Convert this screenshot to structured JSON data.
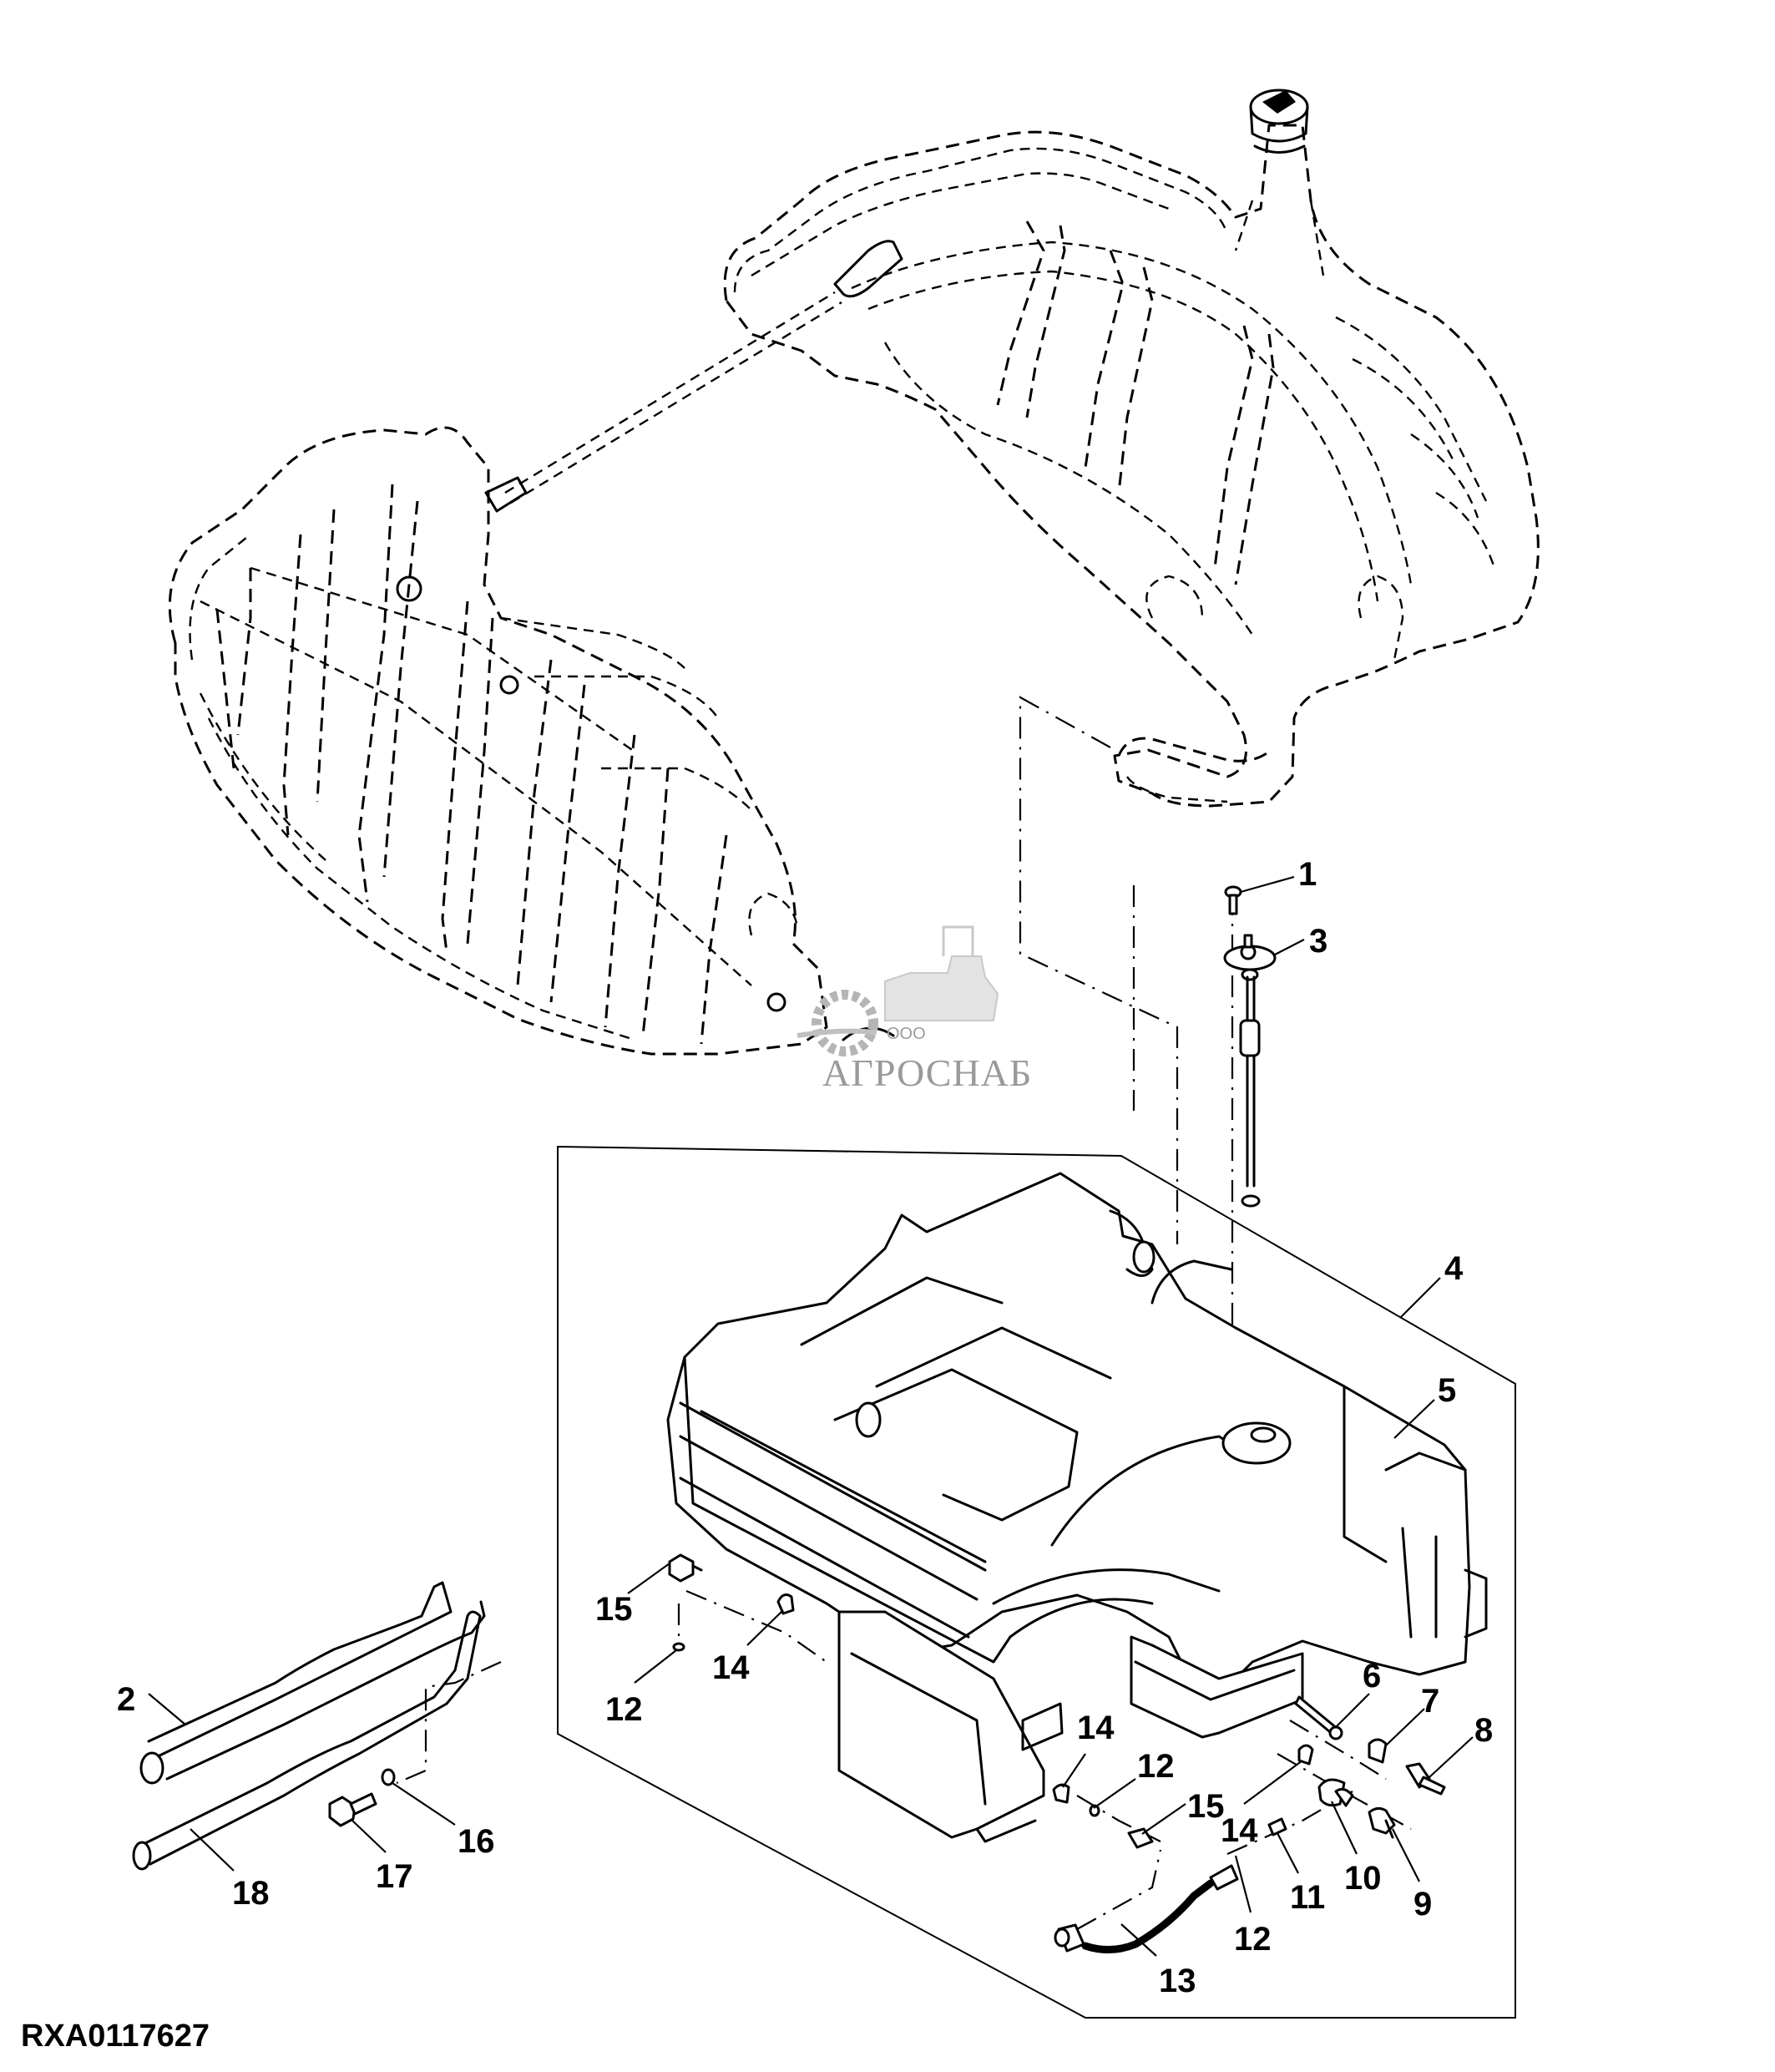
{
  "figure": {
    "id": "RXA0117627",
    "watermark": {
      "company_prefix": "ООО",
      "company_name": "АГРОСНАБ",
      "emblem": "gear-and-combine-harvester"
    }
  },
  "callouts": [
    {
      "key": "c1",
      "label": "1"
    },
    {
      "key": "c2",
      "label": "2"
    },
    {
      "key": "c3",
      "label": "3"
    },
    {
      "key": "c4",
      "label": "4"
    },
    {
      "key": "c5",
      "label": "5"
    },
    {
      "key": "c6",
      "label": "6"
    },
    {
      "key": "c7",
      "label": "7"
    },
    {
      "key": "c8",
      "label": "8"
    },
    {
      "key": "c9",
      "label": "9"
    },
    {
      "key": "c10",
      "label": "10"
    },
    {
      "key": "c11",
      "label": "11"
    },
    {
      "key": "c12a",
      "label": "12"
    },
    {
      "key": "c12b",
      "label": "12"
    },
    {
      "key": "c12c",
      "label": "12"
    },
    {
      "key": "c13",
      "label": "13"
    },
    {
      "key": "c14a",
      "label": "14"
    },
    {
      "key": "c14b",
      "label": "14"
    },
    {
      "key": "c14c",
      "label": "14"
    },
    {
      "key": "c15a",
      "label": "15"
    },
    {
      "key": "c15b",
      "label": "15"
    },
    {
      "key": "c16",
      "label": "16"
    },
    {
      "key": "c17",
      "label": "17"
    },
    {
      "key": "c18",
      "label": "18"
    }
  ]
}
